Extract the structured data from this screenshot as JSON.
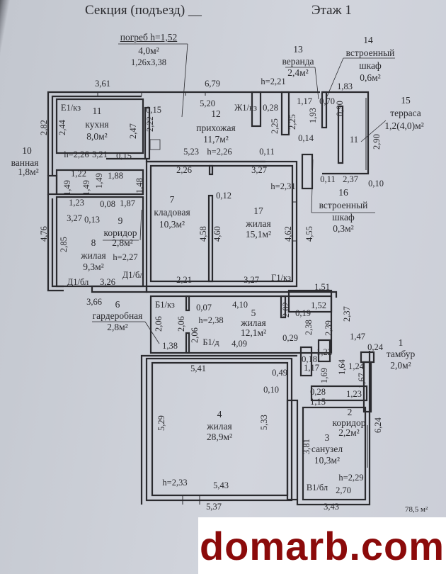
{
  "header": {
    "section": "Секция (подъезд) __",
    "floor": "Этаж 1"
  },
  "total_area": "78,5 м²",
  "watermark": "domarb.com",
  "colors": {
    "walls": "#2a2a2e",
    "paper": "#d2d5dd",
    "watermark": "#8b0a0a"
  },
  "labels": [
    {
      "text": "погреб h=1,52",
      "kind": "room"
    },
    {
      "text": "4,0м²",
      "kind": "room"
    },
    {
      "text": "1,26x3,38",
      "kind": "dim"
    },
    {
      "text": "3,61",
      "kind": "dim"
    },
    {
      "text": "6,79",
      "kind": "dim"
    },
    {
      "text": "Е1/кз",
      "kind": "window"
    },
    {
      "text": "11",
      "kind": "room"
    },
    {
      "text": "кухня",
      "kind": "room"
    },
    {
      "text": "8,0м²",
      "kind": "room"
    },
    {
      "text": "2,82",
      "kind": "dim"
    },
    {
      "text": "2,44",
      "kind": "dim"
    },
    {
      "text": "0,15",
      "kind": "dim"
    },
    {
      "text": "2,47",
      "kind": "dim"
    },
    {
      "text": "2,22",
      "kind": "dim"
    },
    {
      "text": "5,20",
      "kind": "dim"
    },
    {
      "text": "12",
      "kind": "room"
    },
    {
      "text": "прихожая",
      "kind": "room"
    },
    {
      "text": "11,7м²",
      "kind": "room"
    },
    {
      "text": "Ж1/кз",
      "kind": "window"
    },
    {
      "text": "h=2,21",
      "kind": "dim"
    },
    {
      "text": "0,28",
      "kind": "dim"
    },
    {
      "text": "2,25",
      "kind": "dim"
    },
    {
      "text": "2,25",
      "kind": "dim"
    },
    {
      "text": "1,17",
      "kind": "dim"
    },
    {
      "text": "1,93",
      "kind": "dim"
    },
    {
      "text": "0,70",
      "kind": "dim"
    },
    {
      "text": "0,90",
      "kind": "dim"
    },
    {
      "text": "0,14",
      "kind": "dim"
    },
    {
      "text": "13",
      "kind": "room"
    },
    {
      "text": "веранда",
      "kind": "room"
    },
    {
      "text": "2,4м²",
      "kind": "room"
    },
    {
      "text": "14",
      "kind": "room"
    },
    {
      "text": "встроенный",
      "kind": "room"
    },
    {
      "text": "шкаф",
      "kind": "room"
    },
    {
      "text": "0,6м²",
      "kind": "room"
    },
    {
      "text": "1,83",
      "kind": "dim"
    },
    {
      "text": "15",
      "kind": "room"
    },
    {
      "text": "терраса",
      "kind": "room"
    },
    {
      "text": "1,2(4,0)м²",
      "kind": "room"
    },
    {
      "text": "11",
      "kind": "dim"
    },
    {
      "text": "2,90",
      "kind": "dim"
    },
    {
      "text": "0,11",
      "kind": "dim"
    },
    {
      "text": "2,37",
      "kind": "dim"
    },
    {
      "text": "0,10",
      "kind": "dim"
    },
    {
      "text": "16",
      "kind": "room"
    },
    {
      "text": "встроенный",
      "kind": "room"
    },
    {
      "text": "шкаф",
      "kind": "room"
    },
    {
      "text": "0,3м²",
      "kind": "room"
    },
    {
      "text": "h=2,26",
      "kind": "dim"
    },
    {
      "text": "3,21",
      "kind": "dim"
    },
    {
      "text": "0,15",
      "kind": "dim"
    },
    {
      "text": "5,23",
      "kind": "dim"
    },
    {
      "text": "h=2,26",
      "kind": "dim"
    },
    {
      "text": "0,11",
      "kind": "dim"
    },
    {
      "text": "3,27",
      "kind": "dim"
    },
    {
      "text": "10",
      "kind": "room"
    },
    {
      "text": "ванная",
      "kind": "room"
    },
    {
      "text": "1,8м²",
      "kind": "room"
    },
    {
      "text": "1,22",
      "kind": "dim"
    },
    {
      "text": "1,49",
      "kind": "dim"
    },
    {
      "text": "1,49",
      "kind": "dim"
    },
    {
      "text": "1,49",
      "kind": "dim"
    },
    {
      "text": "1,88",
      "kind": "dim"
    },
    {
      "text": "1,48",
      "kind": "dim"
    },
    {
      "text": "1,23",
      "kind": "dim"
    },
    {
      "text": "0,08",
      "kind": "dim"
    },
    {
      "text": "1,87",
      "kind": "dim"
    },
    {
      "text": "3,27",
      "kind": "dim"
    },
    {
      "text": "0,13",
      "kind": "dim"
    },
    {
      "text": "9",
      "kind": "room"
    },
    {
      "text": "коридор",
      "kind": "room"
    },
    {
      "text": "2,8м²",
      "kind": "room"
    },
    {
      "text": "2,26",
      "kind": "dim"
    },
    {
      "text": "h=2,31",
      "kind": "dim"
    },
    {
      "text": "7",
      "kind": "room"
    },
    {
      "text": "кладовая",
      "kind": "room"
    },
    {
      "text": "10,3м²",
      "kind": "room"
    },
    {
      "text": "0,12",
      "kind": "dim"
    },
    {
      "text": "17",
      "kind": "room"
    },
    {
      "text": "жилая",
      "kind": "room"
    },
    {
      "text": "15,1м²",
      "kind": "room"
    },
    {
      "text": "4,58",
      "kind": "dim"
    },
    {
      "text": "4,60",
      "kind": "dim"
    },
    {
      "text": "4,62",
      "kind": "dim"
    },
    {
      "text": "4,55",
      "kind": "dim"
    },
    {
      "text": "4,76",
      "kind": "dim"
    },
    {
      "text": "2,85",
      "kind": "dim"
    },
    {
      "text": "8",
      "kind": "room"
    },
    {
      "text": "жилая",
      "kind": "room"
    },
    {
      "text": "9,3м²",
      "kind": "room"
    },
    {
      "text": "h=2,27",
      "kind": "dim"
    },
    {
      "text": "Д1/бл",
      "kind": "window"
    },
    {
      "text": "Д1/бл",
      "kind": "window"
    },
    {
      "text": "3,26",
      "kind": "dim"
    },
    {
      "text": "2,21",
      "kind": "dim"
    },
    {
      "text": "3,27",
      "kind": "dim"
    },
    {
      "text": "Г1/кз",
      "kind": "window"
    },
    {
      "text": "3,66",
      "kind": "dim"
    },
    {
      "text": "6",
      "kind": "room"
    },
    {
      "text": "гардеробная",
      "kind": "room"
    },
    {
      "text": "2,8м²",
      "kind": "room"
    },
    {
      "text": "1,51",
      "kind": "dim"
    },
    {
      "text": "Б1/кз",
      "kind": "window"
    },
    {
      "text": "0,07",
      "kind": "dim"
    },
    {
      "text": "4,10",
      "kind": "dim"
    },
    {
      "text": "5",
      "kind": "room"
    },
    {
      "text": "жилая",
      "kind": "room"
    },
    {
      "text": "12,1м²",
      "kind": "room"
    },
    {
      "text": "h=2,38",
      "kind": "dim"
    },
    {
      "text": "2,06",
      "kind": "dim"
    },
    {
      "text": "2,06",
      "kind": "dim"
    },
    {
      "text": "2,06",
      "kind": "dim"
    },
    {
      "text": "1,38",
      "kind": "dim"
    },
    {
      "text": "Б1/д",
      "kind": "window"
    },
    {
      "text": "4,09",
      "kind": "dim"
    },
    {
      "text": "2,02",
      "kind": "dim"
    },
    {
      "text": "0,19",
      "kind": "dim"
    },
    {
      "text": "1,52",
      "kind": "dim"
    },
    {
      "text": "2,38",
      "kind": "dim"
    },
    {
      "text": "2,39",
      "kind": "dim"
    },
    {
      "text": "2,37",
      "kind": "dim"
    },
    {
      "text": "0,29",
      "kind": "dim"
    },
    {
      "text": "1,22",
      "kind": "dim"
    },
    {
      "text": "0,18",
      "kind": "dim"
    },
    {
      "text": "1,17",
      "kind": "dim"
    },
    {
      "text": "1,69",
      "kind": "dim"
    },
    {
      "text": "1,64",
      "kind": "dim"
    },
    {
      "text": "1,47",
      "kind": "dim"
    },
    {
      "text": "0,24",
      "kind": "dim"
    },
    {
      "text": "1",
      "kind": "room"
    },
    {
      "text": "тамбур",
      "kind": "room"
    },
    {
      "text": "2,0м²",
      "kind": "room"
    },
    {
      "text": "1,24",
      "kind": "dim"
    },
    {
      "text": "1,67",
      "kind": "dim"
    },
    {
      "text": "1,23",
      "kind": "dim"
    },
    {
      "text": "5,41",
      "kind": "dim"
    },
    {
      "text": "0,49",
      "kind": "dim"
    },
    {
      "text": "0,10",
      "kind": "dim"
    },
    {
      "text": "0,28",
      "kind": "dim"
    },
    {
      "text": "1,15",
      "kind": "dim"
    },
    {
      "text": "2",
      "kind": "room"
    },
    {
      "text": "коридор",
      "kind": "room"
    },
    {
      "text": "2,2м²",
      "kind": "room"
    },
    {
      "text": "6,24",
      "kind": "dim"
    },
    {
      "text": "5,29",
      "kind": "dim"
    },
    {
      "text": "4",
      "kind": "room"
    },
    {
      "text": "жилая",
      "kind": "room"
    },
    {
      "text": "28,9м²",
      "kind": "room"
    },
    {
      "text": "5,33",
      "kind": "dim"
    },
    {
      "text": "3,81",
      "kind": "dim"
    },
    {
      "text": "3",
      "kind": "room"
    },
    {
      "text": "санузел",
      "kind": "room"
    },
    {
      "text": "10,3м²",
      "kind": "room"
    },
    {
      "text": "h=2,29",
      "kind": "dim"
    },
    {
      "text": "h=2,33",
      "kind": "dim"
    },
    {
      "text": "5,43",
      "kind": "dim"
    },
    {
      "text": "В1/бл",
      "kind": "window"
    },
    {
      "text": "2,70",
      "kind": "dim"
    },
    {
      "text": "5,37",
      "kind": "dim"
    },
    {
      "text": "3,43",
      "kind": "dim"
    }
  ]
}
